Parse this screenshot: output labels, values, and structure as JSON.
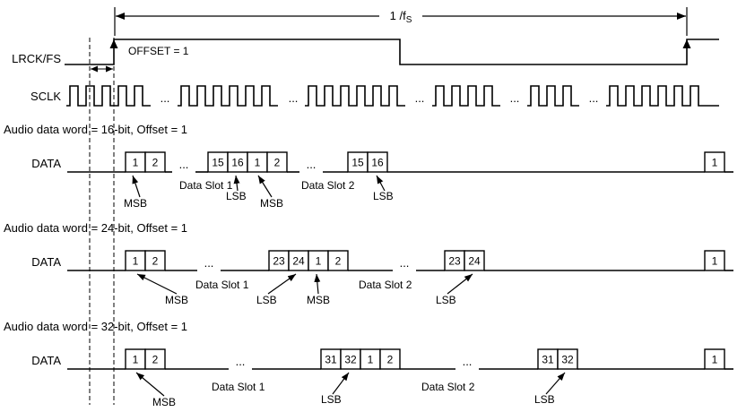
{
  "diagram": {
    "period_label": "1 /f",
    "period_label_sub": "S",
    "offset_label": "OFFSET = 1",
    "ellipsis": "...",
    "signals": [
      {
        "name": "LRCK/FS"
      },
      {
        "name": "SCLK"
      }
    ],
    "rows": [
      {
        "title": "Audio data word = 16-bit, Offset = 1",
        "signal_label": "DATA",
        "bit_groups": [
          [
            "1",
            "2"
          ],
          [
            "15",
            "16",
            "1",
            "2"
          ],
          [
            "15",
            "16"
          ]
        ],
        "end_bit": "1",
        "annotations": [
          {
            "text": "MSB"
          },
          {
            "text": "Data Slot 1"
          },
          {
            "text": "LSB"
          },
          {
            "text": "MSB"
          },
          {
            "text": "Data Slot 2"
          },
          {
            "text": "LSB"
          }
        ]
      },
      {
        "title": "Audio data word = 24-bit, Offset = 1",
        "signal_label": "DATA",
        "bit_groups": [
          [
            "1",
            "2"
          ],
          [
            "23",
            "24",
            "1",
            "2"
          ],
          [
            "23",
            "24"
          ]
        ],
        "end_bit": "1",
        "annotations": [
          {
            "text": "MSB"
          },
          {
            "text": "Data Slot 1"
          },
          {
            "text": "LSB"
          },
          {
            "text": "MSB"
          },
          {
            "text": "Data Slot 2"
          },
          {
            "text": "LSB"
          }
        ]
      },
      {
        "title": "Audio data word = 32-bit, Offset = 1",
        "signal_label": "DATA",
        "bit_groups": [
          [
            "1",
            "2"
          ],
          [
            "31",
            "32",
            "1",
            "2"
          ],
          [
            "31",
            "32"
          ]
        ],
        "end_bit": "1",
        "annotations": [
          {
            "text": "MSB"
          },
          {
            "text": "Data Slot 1"
          },
          {
            "text": "LSB"
          },
          {
            "text": "Data Slot 2"
          },
          {
            "text": "LSB"
          }
        ]
      }
    ]
  }
}
